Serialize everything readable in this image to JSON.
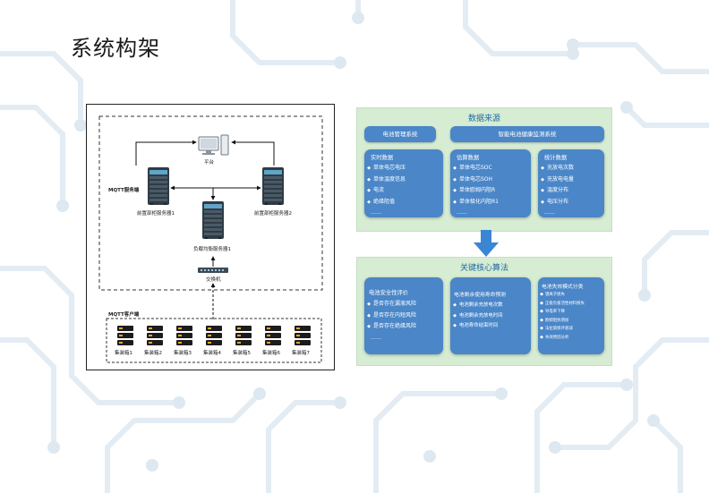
{
  "page": {
    "title": "系统构架"
  },
  "architecture": {
    "platform": "平台",
    "mqtt_server_group": "MQTT服务端",
    "server_left": "前置部柜服务器1",
    "server_right": "前置部柜服务器2",
    "load_balancer": "负载均衡服务器1",
    "switch": "交换机",
    "mqtt_client_group": "MQTT客户端",
    "containers": [
      "集装箱1",
      "集装箱2",
      "集装箱3",
      "集装箱4",
      "集装箱5",
      "集装箱6",
      "集装箱7"
    ]
  },
  "data_source": {
    "title": "数据来源",
    "system_left": "电池管理系统",
    "system_right": "智能电池健康监测系统",
    "cards": [
      {
        "title": "实时数据",
        "items": [
          "单体电芯电压",
          "单体温度信息",
          "电流",
          "绝缘阻值"
        ],
        "more": "……"
      },
      {
        "title": "估算数据",
        "items": [
          "单体电芯SOC",
          "单体电芯SOH",
          "单体欧姆内阻R",
          "单体极化内阻R1"
        ],
        "more": "……"
      },
      {
        "title": "统计数据",
        "items": [
          "充放电次数",
          "充放电电量",
          "温度分布",
          "电压分布"
        ],
        "more": "……"
      }
    ]
  },
  "core_algorithm": {
    "title": "关键核心算法",
    "cards": [
      {
        "title": "电池安全性评价",
        "items": [
          "是否存在漏液风险",
          "是否存在内短风险",
          "是否存在绝缘风险"
        ],
        "more": "……"
      },
      {
        "title": "电池剩余使用寿命预测",
        "items": [
          "电池剩余充放电次数",
          "电池剩余充放电时间",
          "电池寿命结束时间"
        ],
        "more": ""
      },
      {
        "title": "电池失效模式分类",
        "items": [
          "锂离子损失",
          "正极负极活性材料损失",
          "导电率下降",
          "欧姆阻抗增加",
          "法拉第损坏衰减",
          "失效原因分析"
        ],
        "more": ""
      }
    ]
  },
  "colors": {
    "panel_bg": "#d6ecd3",
    "card_blue": "#4a86c8",
    "title_blue": "#1f6aa5",
    "arrow_blue": "#3a86d4"
  },
  "icons": {
    "server": "server-rack-icon",
    "computer": "desktop-computer-icon",
    "switch": "network-switch-icon",
    "container": "container-rack-icon"
  }
}
